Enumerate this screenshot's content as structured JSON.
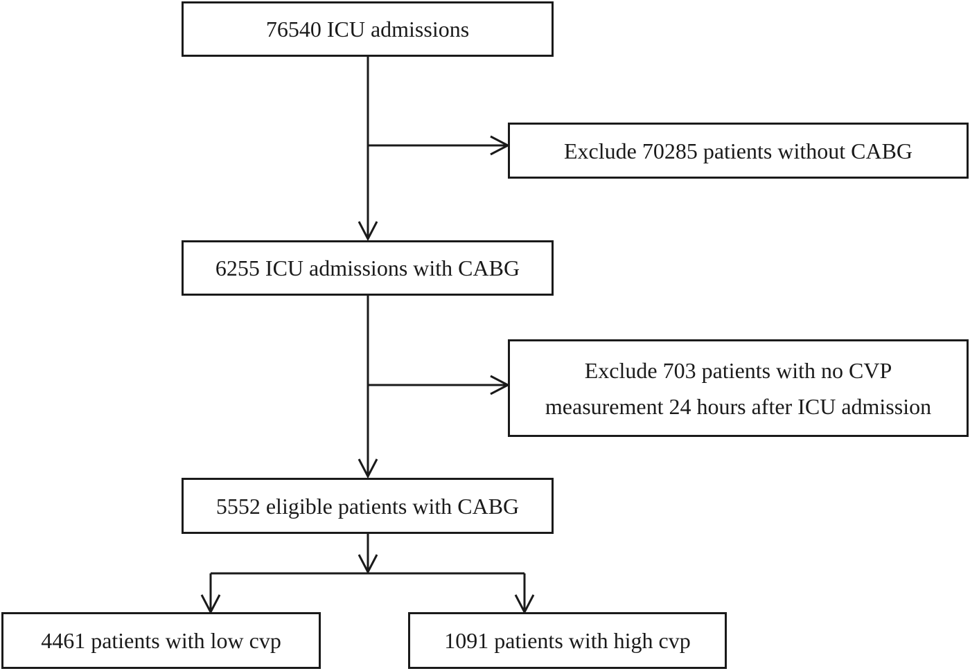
{
  "boxes": {
    "total_admissions": "76540 ICU admissions",
    "exclude_no_cabg": "Exclude 70285 patients without CABG",
    "cabg_admissions": "6255 ICU admissions with CABG",
    "exclude_no_cvp_line1": "Exclude 703 patients with no CVP",
    "exclude_no_cvp_line2": "measurement 24 hours after ICU admission",
    "eligible": "5552 eligible patients with CABG",
    "low_cvp": "4461 patients with low cvp",
    "high_cvp": "1091 patients with high cvp"
  }
}
